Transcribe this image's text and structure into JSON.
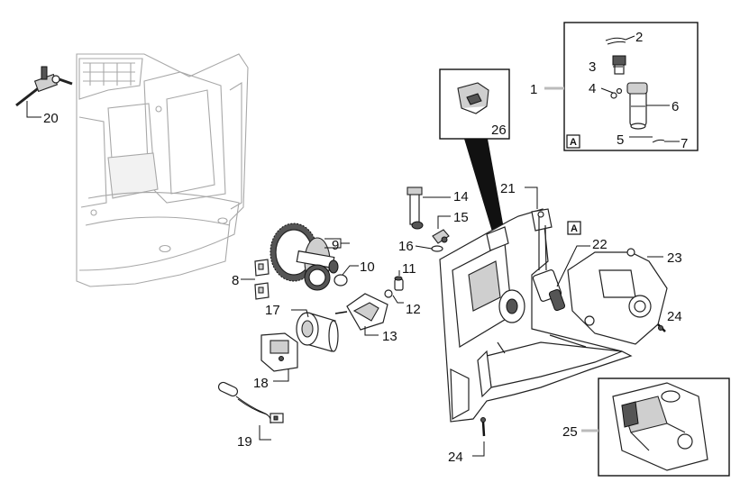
{
  "callouts": {
    "c1": "1",
    "c2": "2",
    "c3": "3",
    "c4": "4",
    "c5": "5",
    "c6": "6",
    "c7": "7",
    "c8": "8",
    "c9": "9",
    "c10": "10",
    "c11": "11",
    "c12": "12",
    "c13": "13",
    "c14": "14",
    "c15": "15",
    "c16": "16",
    "c17": "17",
    "c18": "18",
    "c19": "19",
    "c20": "20",
    "c21": "21",
    "c22": "22",
    "c23": "23",
    "c24a": "24",
    "c24b": "24",
    "c25": "25",
    "c26": "26"
  },
  "detail_markers": {
    "inset": "A",
    "frame": "A"
  }
}
